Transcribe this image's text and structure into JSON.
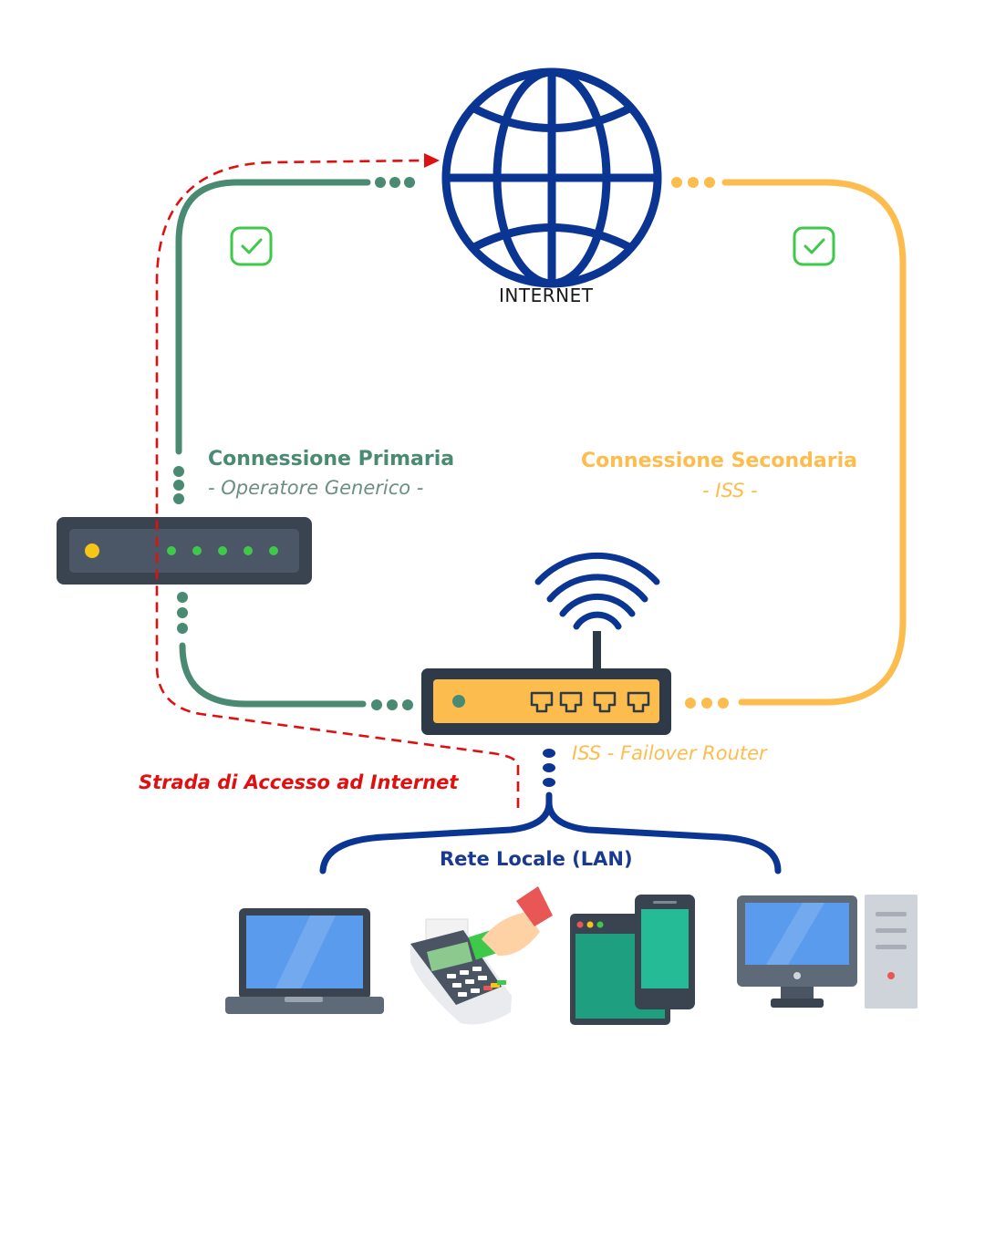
{
  "internet": {
    "label": "INTERNET",
    "icon": "globe-icon"
  },
  "primary": {
    "title": "Connessione Primaria",
    "subtitle": "- Operatore Generico -",
    "color": "#4a8a72"
  },
  "secondary": {
    "title": "Connessione Secondaria",
    "subtitle": "- ISS -",
    "color": "#fdbd4e"
  },
  "router": {
    "label": "ISS - Failover Router",
    "icon": "router-icon"
  },
  "access_path": {
    "label": "Strada di Accesso ad Internet",
    "color": "#e01010"
  },
  "lan": {
    "label": "Rete Locale (LAN)",
    "color": "#0b3592"
  },
  "devices": [
    "laptop-icon",
    "pos-terminal-icon",
    "tablet-phone-icon",
    "desktop-computer-icon"
  ],
  "status_icons": [
    "check-icon",
    "check-icon"
  ]
}
